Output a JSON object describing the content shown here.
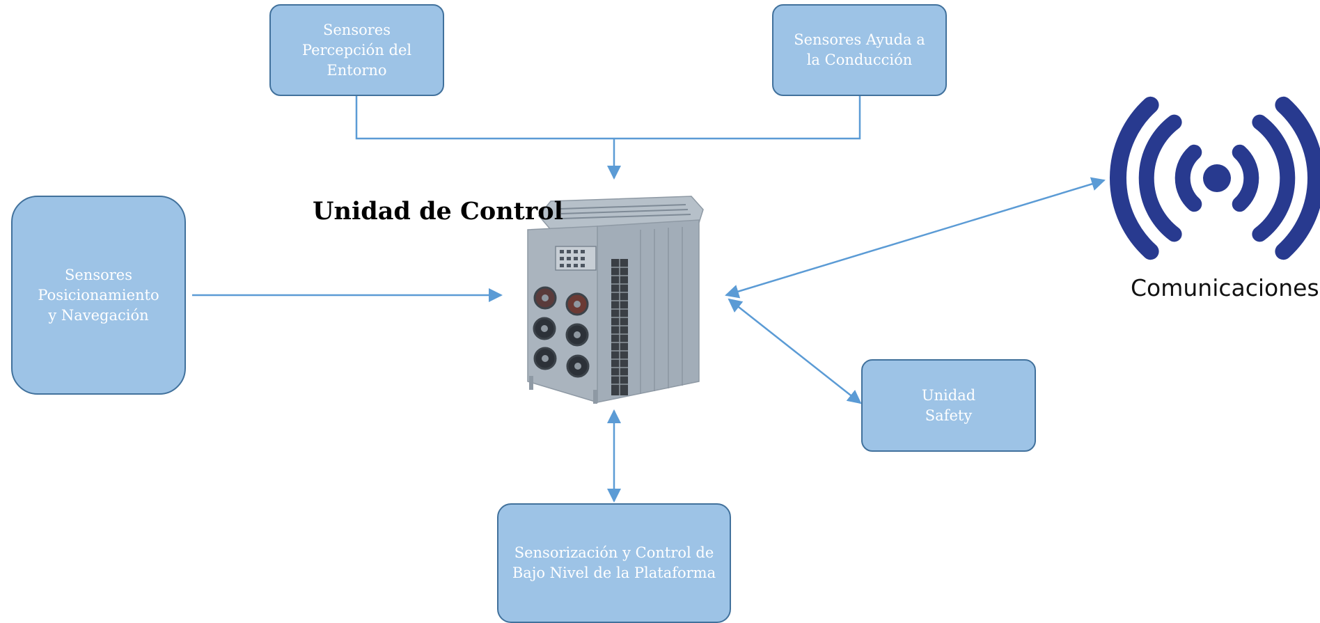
{
  "title": "Unidad de Control",
  "nodes": {
    "percepcion": "Sensores\nPercepción del\nEntorno",
    "ayuda": "Sensores Ayuda a\nla Conducción",
    "posicionamiento": "Sensores\nPosicionamiento\ny Navegación",
    "safety": "Unidad\nSafety",
    "bajo_nivel": "Sensorización y Control de\nBajo Nivel de la Plataforma"
  },
  "comunicaciones": {
    "label": "Comunicaciones",
    "icon": "wireless-signal-icon"
  },
  "device": {
    "icon": "control-unit-device-image"
  },
  "colors": {
    "node_fill": "#9dc3e6",
    "node_border": "#41719c",
    "connector": "#5b9bd5",
    "signal": "#283a8f"
  }
}
